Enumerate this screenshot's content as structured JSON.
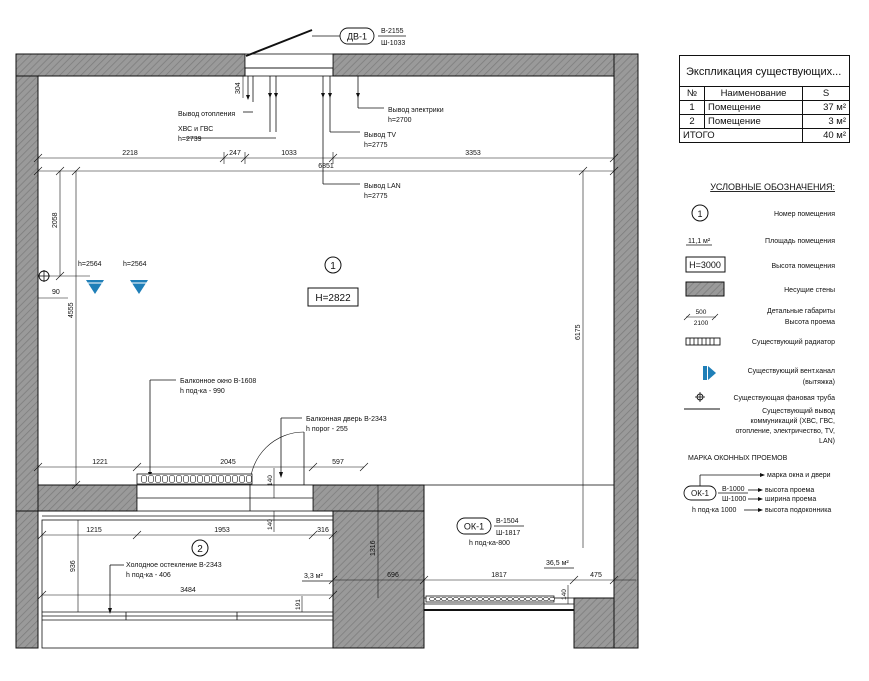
{
  "door_mark": {
    "code": "ДВ-1",
    "height": "В-2155",
    "width": "Ш-1033"
  },
  "utilities": {
    "heating": "Вывод отопления",
    "hvs_gvs": "ХВС и ГВС",
    "hvs_h": "h=2739",
    "electric": "Вывод электрики",
    "electric_h": "h=2700",
    "tv": "Вывод TV",
    "tv_h": "h=2775",
    "lan": "Вывод LAN",
    "lan_h": "h=2775"
  },
  "dimensions": {
    "top_304": "304",
    "d2218": "2218",
    "d247": "247",
    "d1033": "1033",
    "d3353": "3353",
    "d6851": "6851",
    "d2058": "2058",
    "d4555": "4555",
    "d6175": "6175",
    "d90": "90",
    "d1221": "1221",
    "d2045": "2045",
    "d597": "597",
    "d140a": "140",
    "d140b": "140",
    "d1215": "1215",
    "d1953": "1953",
    "d316": "316",
    "d3484": "3484",
    "d936": "936",
    "d191": "191",
    "d1316": "1316",
    "d696": "696",
    "d1817": "1817",
    "d475": "475",
    "d140c": "140"
  },
  "vents": {
    "v1": "h=2564",
    "v2": "h=2564"
  },
  "room1": {
    "number": "1",
    "height": "H=2822"
  },
  "room2": {
    "number": "2",
    "area": "3,3 м²"
  },
  "balcony_window": {
    "title": "Балконное окно В-1608",
    "sill": "h под-ка - 990"
  },
  "balcony_door": {
    "title": "Балконная дверь В-2343",
    "threshold": "h порог - 255"
  },
  "cold_glazing": {
    "title": "Холодное остекление В-2343",
    "sill": "h под-ка - 406"
  },
  "window_mark": {
    "code": "ОК-1",
    "height": "В-1504",
    "width": "Ш-1817",
    "sill": "h под-ка-800",
    "area": "36,5 м²"
  },
  "explication": {
    "title": "Экспликация существующих...",
    "headers": [
      "№",
      "Наименование",
      "S"
    ],
    "rows": [
      {
        "num": "1",
        "name": "Помещение",
        "area": "37 м²"
      },
      {
        "num": "2",
        "name": "Помещение",
        "area": "3 м²"
      }
    ],
    "total_label": "ИТОГО",
    "total_value": "40 м²"
  },
  "legend": {
    "title": "УСЛОВНЫЕ ОБОЗНАЧЕНИЯ:",
    "room_number": "Номер помещения",
    "room_area_sample": "11,1 м²",
    "room_area": "Площадь помещения",
    "room_height_sample": "H=3000",
    "room_height": "Высота помещения",
    "walls": "Несущие стены",
    "opening_top": "500",
    "opening_bottom": "2100",
    "opening_line1": "Детальные габариты",
    "opening_line2": "Высота проема",
    "radiator": "Существующий радиатор",
    "vent_line1": "Существующий вент.канал",
    "vent_line2": "(вытяжка)",
    "riser": "Существующая фановая труба",
    "comm_line1": "Существующий вывод",
    "comm_line2": "коммуникаций (ХВС, ГВС,",
    "comm_line3": "отопление, электричество, TV,",
    "comm_line4": "LAN)",
    "marks_title": "МАРКА ОКОННЫХ ПРОЕМОВ",
    "mark_label": "марка окна и двери",
    "mark_code": "ОК-1",
    "mark_height": "В-1000",
    "mark_width": "Ш-1000",
    "mark_sill": "h под-ка 1000",
    "mark_height_label": "высота проема",
    "mark_width_label": "ширина проема",
    "mark_sill_label": "высота подоконника"
  },
  "colors": {
    "wall_fill": "#9a9a9a",
    "vent": "#1f7fb8",
    "line": "#111111"
  }
}
